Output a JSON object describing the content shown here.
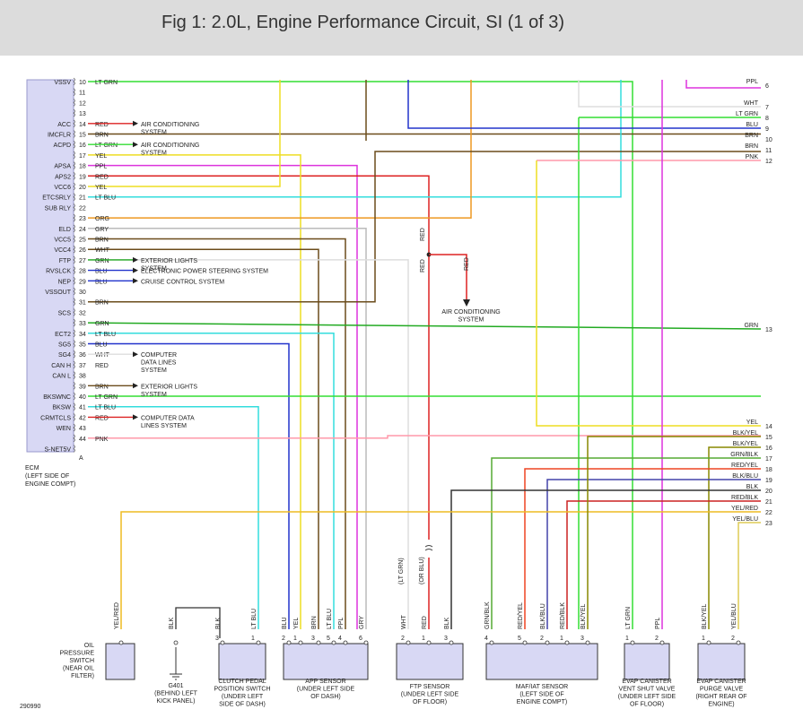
{
  "title": "Fig 1: 2.0L, Engine Performance Circuit, SI (1 of 3)",
  "ecm": {
    "label_lines": [
      "ECM",
      "(LEFT SIDE OF",
      "ENGINE COMPT)"
    ],
    "footer_letter": "A",
    "pins": [
      {
        "pin": "10",
        "name": "VSSV",
        "color": "LT GRN",
        "hex": "#33dd33"
      },
      {
        "pin": "11",
        "name": "",
        "color": "",
        "hex": ""
      },
      {
        "pin": "12",
        "name": "",
        "color": "",
        "hex": ""
      },
      {
        "pin": "13",
        "name": "",
        "color": "",
        "hex": ""
      },
      {
        "pin": "14",
        "name": "ACC",
        "color": "RED",
        "hex": "#dd2222"
      },
      {
        "pin": "15",
        "name": "IMCFLR",
        "color": "BRN",
        "hex": "#6b4c1b"
      },
      {
        "pin": "16",
        "name": "ACPD",
        "color": "LT GRN",
        "hex": "#33dd33"
      },
      {
        "pin": "17",
        "name": "",
        "color": "YEL",
        "hex": "#eedd22"
      },
      {
        "pin": "18",
        "name": "APSA",
        "color": "PPL",
        "hex": "#dd33dd"
      },
      {
        "pin": "19",
        "name": "APS2",
        "color": "RED",
        "hex": "#dd2222"
      },
      {
        "pin": "20",
        "name": "VCC6",
        "color": "YEL",
        "hex": "#eedd22"
      },
      {
        "pin": "21",
        "name": "ETCSRLY",
        "color": "LT BLU",
        "hex": "#33dddd"
      },
      {
        "pin": "22",
        "name": "SUB RLY",
        "color": "",
        "hex": ""
      },
      {
        "pin": "23",
        "name": "",
        "color": "ORG",
        "hex": "#ee9922"
      },
      {
        "pin": "24",
        "name": "ELD",
        "color": "GRY",
        "hex": "#bbbbbb"
      },
      {
        "pin": "25",
        "name": "VCC5",
        "color": "BRN",
        "hex": "#6b4c1b"
      },
      {
        "pin": "26",
        "name": "VCC4",
        "color": "WHT",
        "hex": "#dddddd"
      },
      {
        "pin": "27",
        "name": "FTP",
        "color": "GRN",
        "hex": "#22aa22"
      },
      {
        "pin": "28",
        "name": "RVSLCK",
        "color": "BLU",
        "hex": "#2233cc"
      },
      {
        "pin": "29",
        "name": "NEP",
        "color": "BLU",
        "hex": "#2233cc"
      },
      {
        "pin": "30",
        "name": "VSSOUT",
        "color": "",
        "hex": ""
      },
      {
        "pin": "31",
        "name": "",
        "color": "BRN",
        "hex": "#6b4c1b"
      },
      {
        "pin": "32",
        "name": "SCS",
        "color": "",
        "hex": ""
      },
      {
        "pin": "33",
        "name": "",
        "color": "GRN",
        "hex": "#22aa22"
      },
      {
        "pin": "34",
        "name": "ECT2",
        "color": "LT BLU",
        "hex": "#33dddd"
      },
      {
        "pin": "35",
        "name": "SG5",
        "color": "BLU",
        "hex": "#2233cc"
      },
      {
        "pin": "36",
        "name": "SG4",
        "color": "WHT",
        "hex": "#dddddd"
      },
      {
        "pin": "37",
        "name": "CAN H",
        "color": "RED",
        "hex": "#dd2222"
      },
      {
        "pin": "38",
        "name": "CAN L",
        "color": "",
        "hex": ""
      },
      {
        "pin": "39",
        "name": "",
        "color": "BRN",
        "hex": "#6b4c1b"
      },
      {
        "pin": "40",
        "name": "BKSWNC",
        "color": "LT GRN",
        "hex": "#33dd33"
      },
      {
        "pin": "41",
        "name": "BKSW",
        "color": "LT BLU",
        "hex": "#33dddd"
      },
      {
        "pin": "42",
        "name": "CRMTCLS",
        "color": "RED",
        "hex": "#dd2222"
      },
      {
        "pin": "43",
        "name": "WEN",
        "color": "",
        "hex": ""
      },
      {
        "pin": "44",
        "name": "",
        "color": "PNK",
        "hex": "#ff99aa"
      },
      {
        "pin": "",
        "name": "S-NET5V",
        "color": "",
        "hex": ""
      }
    ]
  },
  "systems": [
    {
      "pin": "14",
      "lines": [
        "AIR CONDITIONING",
        "SYSTEM"
      ]
    },
    {
      "pin": "16",
      "lines": [
        "AIR CONDITIONING",
        "SYSTEM"
      ]
    },
    {
      "pin": "27",
      "lines": [
        "EXTERIOR LIGHTS",
        "SYSTEM"
      ]
    },
    {
      "pin": "28",
      "lines": [
        "ELECTRONIC POWER STEERING SYSTEM"
      ]
    },
    {
      "pin": "29",
      "lines": [
        "CRUISE CONTROL SYSTEM"
      ]
    },
    {
      "pin": "36",
      "lines": [
        "COMPUTER",
        "DATA LINES",
        "SYSTEM"
      ]
    },
    {
      "pin": "39",
      "lines": [
        "EXTERIOR LIGHTS",
        "SYSTEM"
      ]
    },
    {
      "pin": "42",
      "lines": [
        "COMPUTER DATA",
        "LINES SYSTEM"
      ]
    }
  ],
  "splice": {
    "up_color": "RED",
    "down_color": "RED",
    "branch_color": "RED",
    "dest_lines": [
      "AIR CONDITIONING",
      "SYSTEM"
    ]
  },
  "right_pins": [
    {
      "pin": "6",
      "color": "PPL",
      "hex": "#dd33dd"
    },
    {
      "pin": "7",
      "color": "WHT",
      "hex": "#dddddd"
    },
    {
      "pin": "8",
      "color": "LT GRN",
      "hex": "#33dd33"
    },
    {
      "pin": "9",
      "color": "BLU",
      "hex": "#2233cc"
    },
    {
      "pin": "10",
      "color": "BRN",
      "hex": "#6b4c1b"
    },
    {
      "pin": "11",
      "color": "BRN",
      "hex": "#6b4c1b"
    },
    {
      "pin": "12",
      "color": "PNK",
      "hex": "#ff99aa"
    },
    {
      "pin": "13",
      "color": "GRN",
      "hex": "#22aa22"
    },
    {
      "pin": "14",
      "color": "YEL",
      "hex": "#eedd22"
    },
    {
      "pin": "15",
      "color": "BLK/YEL",
      "hex": "#888800"
    },
    {
      "pin": "16",
      "color": "BLK/YEL",
      "hex": "#888800"
    },
    {
      "pin": "17",
      "color": "GRN/BLK",
      "hex": "#55aa33"
    },
    {
      "pin": "18",
      "color": "RED/YEL",
      "hex": "#ee4422"
    },
    {
      "pin": "19",
      "color": "BLK/BLU",
      "hex": "#4444aa"
    },
    {
      "pin": "20",
      "color": "BLK",
      "hex": "#333333"
    },
    {
      "pin": "21",
      "color": "RED/BLK",
      "hex": "#cc2222"
    },
    {
      "pin": "22",
      "color": "YEL/RED",
      "hex": "#eebb22"
    },
    {
      "pin": "23",
      "color": "YEL/BLU",
      "hex": "#ddcc55"
    }
  ],
  "components": [
    {
      "name": "oil-pressure-switch",
      "lines": [
        "OIL",
        "PRESSURE",
        "SWITCH",
        "(NEAR OIL",
        "FILTER)"
      ],
      "wires": [
        {
          "pin": "",
          "color": "YEL/RED"
        }
      ]
    },
    {
      "name": "g401",
      "lines": [
        "G401",
        "(BEHIND LEFT",
        "KICK PANEL)"
      ],
      "wires": [
        {
          "pin": "",
          "color": "BLK"
        }
      ]
    },
    {
      "name": "clutch-pedal-switch",
      "lines": [
        "CLUTCH PEDAL",
        "POSITION SWITCH",
        "(UNDER LEFT",
        "SIDE OF DASH)"
      ],
      "wires": [
        {
          "pin": "3",
          "color": "BLK"
        },
        {
          "pin": "1",
          "color": "LT BLU"
        }
      ]
    },
    {
      "name": "app-sensor",
      "lines": [
        "APP SENSOR",
        "(UNDER LEFT SIDE",
        "OF DASH)"
      ],
      "wires": [
        {
          "pin": "2",
          "color": "BLU"
        },
        {
          "pin": "1",
          "color": "YEL"
        },
        {
          "pin": "3",
          "color": "BRN"
        },
        {
          "pin": "5",
          "color": "LT BLU"
        },
        {
          "pin": "4",
          "color": "PPL"
        },
        {
          "pin": "6",
          "color": "GRY"
        }
      ]
    },
    {
      "name": "ftp-sensor",
      "lines": [
        "FTP SENSOR",
        "(UNDER LEFT SIDE",
        "OF FLOOR)"
      ],
      "wires": [
        {
          "pin": "2",
          "color": "WHT"
        },
        {
          "pin": "1",
          "color": "RED"
        },
        {
          "pin": "3",
          "color": "BLK"
        }
      ],
      "wire_alt": "(LT GRN)",
      "wire_alt2": "(OR BLU)"
    },
    {
      "name": "maf-iat-sensor",
      "lines": [
        "MAF/IAT SENSOR",
        "(LEFT SIDE OF",
        "ENGINE COMPT)"
      ],
      "wires": [
        {
          "pin": "4",
          "color": "GRN/BLK"
        },
        {
          "pin": "5",
          "color": "RED/YEL"
        },
        {
          "pin": "2",
          "color": "BLK/BLU"
        },
        {
          "pin": "1",
          "color": "RED/BLK"
        },
        {
          "pin": "3",
          "color": "BLK/YEL"
        }
      ]
    },
    {
      "name": "evap-vent-valve",
      "lines": [
        "EVAP CANISTER",
        "VENT SHUT VALVE",
        "(UNDER LEFT SIDE",
        "OF FLOOR)"
      ],
      "wires": [
        {
          "pin": "1",
          "color": "LT GRN"
        },
        {
          "pin": "2",
          "color": "PPL"
        }
      ]
    },
    {
      "name": "evap-purge-valve",
      "lines": [
        "EVAP CANISTER",
        "PURGE VALVE",
        "(RIGHT REAR OF",
        "ENGINE)"
      ],
      "wires": [
        {
          "pin": "1",
          "color": "BLK/YEL"
        },
        {
          "pin": "2",
          "color": "YEL/BLU"
        }
      ]
    }
  ],
  "figure_number": "290990"
}
